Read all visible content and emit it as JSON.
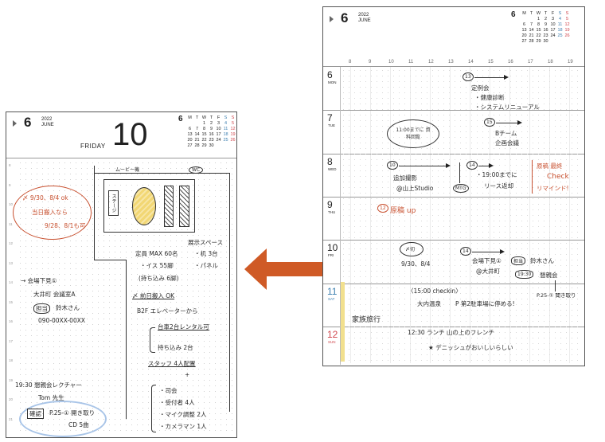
{
  "left_page": {
    "month": "6",
    "year": "2022",
    "month_name": "JUNE",
    "weekday": "FRIDAY",
    "day": "10",
    "mini_cal": {
      "month": "6",
      "headers": [
        "M",
        "T",
        "W",
        "T",
        "F",
        "S",
        "S"
      ],
      "rows": [
        [
          "",
          "",
          "1",
          "2",
          "3",
          "4",
          "5"
        ],
        [
          "6",
          "7",
          "8",
          "9",
          "10",
          "11",
          "12"
        ],
        [
          "13",
          "14",
          "15",
          "16",
          "17",
          "18",
          "19"
        ],
        [
          "20",
          "21",
          "22",
          "23",
          "24",
          "25",
          "26"
        ],
        [
          "27",
          "28",
          "29",
          "30",
          "",
          "",
          ""
        ]
      ]
    },
    "hours": [
      "8",
      "9",
      "10",
      "11",
      "12",
      "13",
      "14",
      "15",
      "16",
      "17",
      "18",
      "19",
      "20",
      "21"
    ],
    "notes": {
      "red1": "〆 9/30、8/4 ok",
      "red2": "当日搬入なら",
      "red3": "9/28、8/1も可",
      "venue_label": "ムービー機",
      "wc": "WC",
      "stage": "ステージ",
      "capacity": "定員 MAX 60名",
      "chairs": "・イス 55脚",
      "desk": "・机 3台",
      "bring": "(持ち込み 6脚)",
      "panel": "・パネル",
      "exhibit": "展示スペース",
      "preload": "〆 前日搬入 OK",
      "elevator": "B2F エレベーターから",
      "truck": "台車2台レンタル可",
      "bring2": "持ち込み 2台",
      "staff": "スタッフ 4人配置",
      "mc": "・司会",
      "recep": "・受付者 4人",
      "mic": "・マイク調整 2人",
      "camera": "・カメラマン 1人",
      "kaijo": "→ 会場下見①",
      "place": "大井町 会議室A",
      "tanto_label": "担当",
      "tanto_name": "鈴木さん",
      "phone": "090-00XX-00XX",
      "meeting": "19:30 懇親会レクチャー",
      "tom": "Tom 先生",
      "kakunin": "確認",
      "p25": "P.25-① 開き取り",
      "cd": "CD 5曲"
    }
  },
  "right_page": {
    "month": "6",
    "year": "2022",
    "month_name": "JUNE",
    "mini_cal": {
      "month": "6",
      "headers": [
        "M",
        "T",
        "W",
        "T",
        "F",
        "S",
        "S"
      ],
      "rows": [
        [
          "",
          "",
          "1",
          "2",
          "3",
          "4",
          "5"
        ],
        [
          "6",
          "7",
          "8",
          "9",
          "10",
          "11",
          "12"
        ],
        [
          "13",
          "14",
          "15",
          "16",
          "17",
          "18",
          "19"
        ],
        [
          "20",
          "21",
          "22",
          "23",
          "24",
          "25",
          "26"
        ],
        [
          "27",
          "28",
          "29",
          "30",
          "",
          "",
          ""
        ]
      ]
    },
    "hours": [
      "8",
      "9",
      "10",
      "11",
      "12",
      "13",
      "14",
      "15",
      "16",
      "17",
      "18",
      "19"
    ],
    "days": [
      {
        "num": "6",
        "wd": "MON"
      },
      {
        "num": "7",
        "wd": "TUE"
      },
      {
        "num": "8",
        "wd": "WED"
      },
      {
        "num": "9",
        "wd": "THU"
      },
      {
        "num": "10",
        "wd": "FRI"
      },
      {
        "num": "11",
        "wd": "SAT"
      },
      {
        "num": "12",
        "wd": "SUN"
      }
    ],
    "notes": {
      "mon_time": "13",
      "mon1": "定例会",
      "mon2": "・健康診断",
      "mon3": "・システムリニューアル",
      "tue_circle": "11:00までに 資料回覧",
      "tue_time": "15",
      "tue1": "Bチーム",
      "tue2": "企画会議",
      "wed_time": "10",
      "wed1": "追加撮影",
      "wed2": "@山上Studio",
      "wed_mtg": "MTG",
      "wed_time2": "14",
      "wed3": "・19:00までに",
      "wed4": "リース返却",
      "wed_red1": "原稿 最終",
      "wed_red2": "Check",
      "wed_red3": "リマインド!",
      "thu_red_time": "12",
      "thu_red": "原稿 up",
      "fri_circle": "〆切",
      "fri_dates": "9/30、8/4",
      "fri_time": "14",
      "fri1": "会場下見①",
      "fri_tanto": "担当",
      "fri_name": "鈴木さん",
      "fri2": "@大井町",
      "fri_time2": "19:30",
      "fri3": "懇親会",
      "sat1": "〈15:00 checkin〉",
      "sat2": "大内温泉",
      "sat3": "P 第2駐車場に停める!",
      "sat4": "P.25-① 聞き取り",
      "family": "家族旅行",
      "sun1": "12:30 ランチ 山の上のフレンチ",
      "sun2": "★ デニッシュがおいしいらしい"
    }
  },
  "colors": {
    "arrow": "#cf5a26",
    "red_ink": "#c8502f",
    "blue_circle": "#a9c5e8",
    "highlight_yellow": "#f2d774",
    "sat_blue": "#3c7fb0",
    "sun_red": "#d0454c"
  }
}
